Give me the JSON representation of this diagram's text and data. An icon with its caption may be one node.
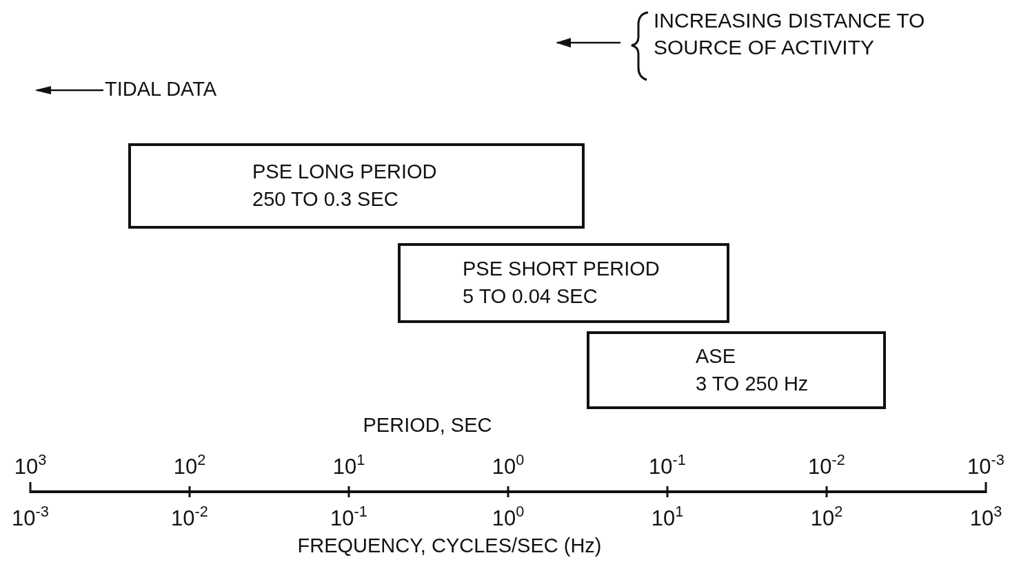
{
  "diagram": {
    "nodes": [
      {
        "text": [
          "PSE LONG PERIOD",
          "250 TO 0.3 SEC"
        ]
      },
      {
        "text": [
          "PSE SHORT PERIOD",
          "5 TO 0.04 SEC"
        ]
      },
      {
        "text": [
          "ASE",
          "3 TO 250 Hz"
        ]
      }
    ],
    "edges": [],
    "labels": [
      "INCREASING DISTANCE TO SOURCE OF ACTIVITY",
      "TIDAL DATA",
      "PERIOD, SEC",
      "10$^{3}$",
      "10$^{2}$",
      "10$^{1}$",
      "10$^{0}$",
      "10$^{-1}$",
      "10$^{-2}$",
      "10$^{-3}$",
      "10$^{-3}$",
      "10$^{-2}$",
      "10$^{-1}$",
      "10$^{0}$",
      "10$^{1}$",
      "10$^{2}$",
      "10$^{3}$",
      "FREQUENCY, CYCLES/SEC (Hz)"
    ]
  }
}
